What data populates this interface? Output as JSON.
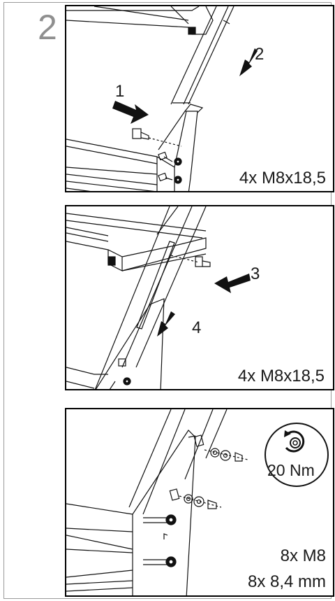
{
  "step": "2",
  "panels": [
    {
      "callouts": [
        "1",
        "2"
      ],
      "caption": "4x M8x18,5"
    },
    {
      "callouts": [
        "3",
        "4"
      ],
      "caption": "4x M8x18,5"
    },
    {
      "torque": "20 Nm",
      "captions": [
        "8x M8",
        "8x 8,4 mm"
      ]
    }
  ]
}
